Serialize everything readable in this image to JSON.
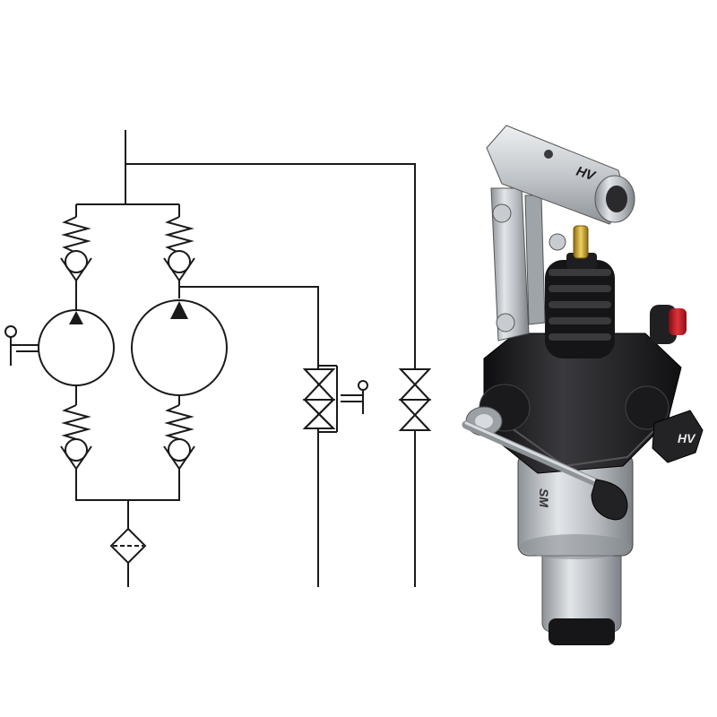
{
  "schematic": {
    "description_label": "",
    "symbols": [
      "spring-check-valve",
      "pump",
      "manual-lever",
      "manual-valve",
      "shutoff-valve",
      "filter"
    ]
  },
  "product": {
    "brand_top": "HV",
    "brand_side": "HV",
    "body_mark": "SM",
    "colors": {
      "body": "#1c1c1e",
      "metal": "#bfc3c8",
      "handle": "#9a9ea3",
      "knob": "#2a2a2c",
      "relief_cap": "#c8202a",
      "pin": "#c9a227"
    }
  }
}
